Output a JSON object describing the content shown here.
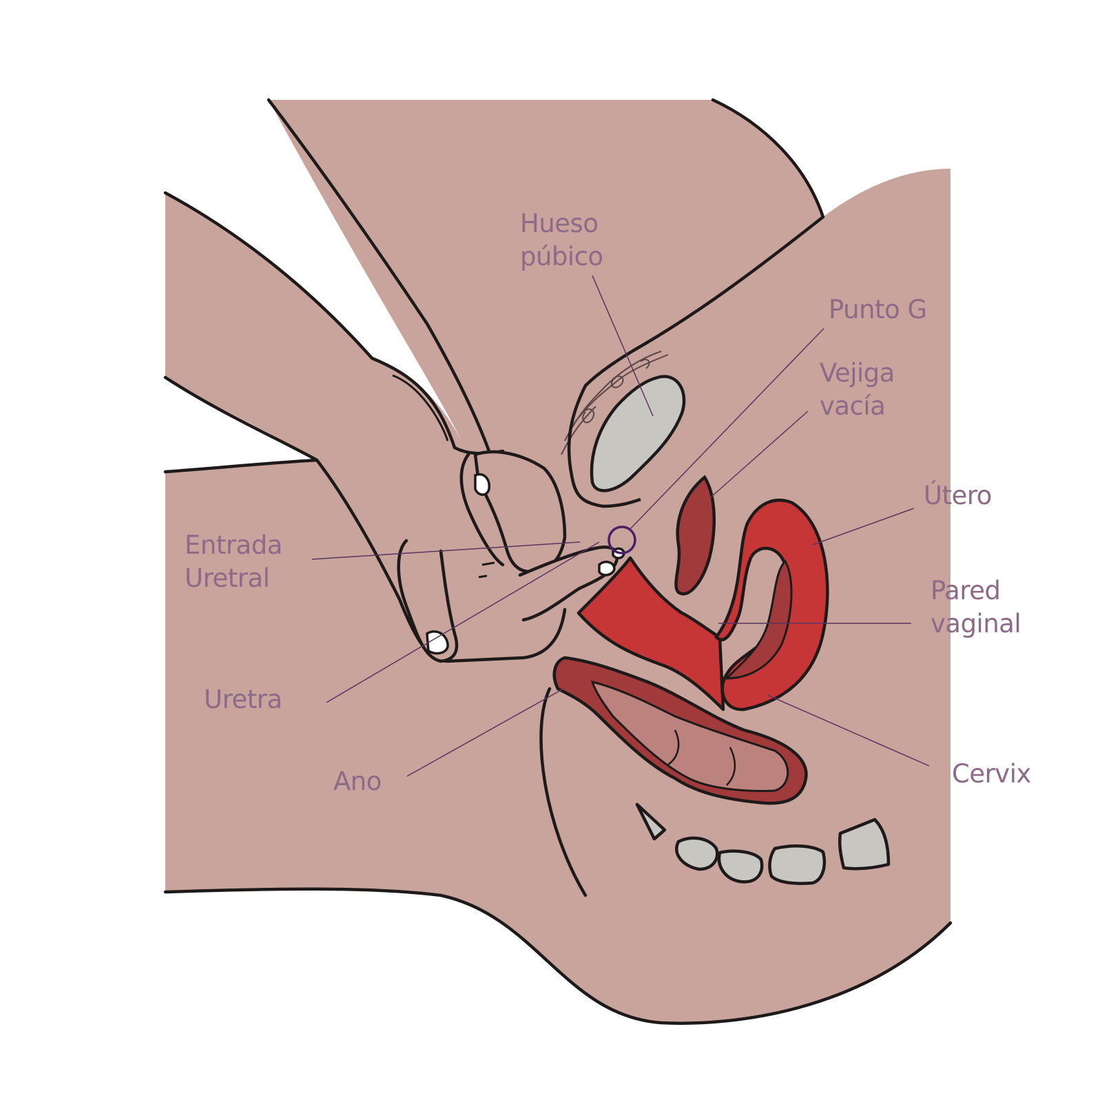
{
  "colors": {
    "skin": "#c9a49d",
    "outline": "#1e1a1a",
    "bone": "#c8c6c1",
    "organ_red": "#c63637",
    "organ_dark": "#a03a3b",
    "rectum_fill": "#bc827d",
    "label": "#8d6a88",
    "leader": "#5a3560",
    "gspot_ring": "#4a1f6a"
  },
  "labels": {
    "pubic_bone": {
      "line1": "Hueso",
      "line2": "púbico"
    },
    "g_spot": {
      "line1": "Punto G"
    },
    "bladder": {
      "line1": "Vejiga",
      "line2": "vacía"
    },
    "uterus": {
      "line1": "Útero"
    },
    "vaginal_wall": {
      "line1": "Pared",
      "line2": "vaginal"
    },
    "cervix": {
      "line1": "Cervix"
    },
    "urethral_entrance": {
      "line1": "Entrada",
      "line2": "Uretral"
    },
    "urethra": {
      "line1": "Uretra"
    },
    "anus": {
      "line1": "Ano"
    }
  }
}
